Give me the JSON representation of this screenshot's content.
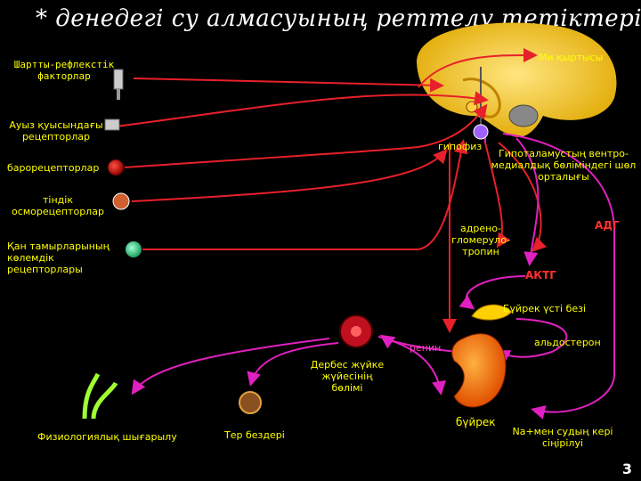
{
  "title": "* денедегі су алмасуының реттелү тетіктері",
  "labels": {
    "brain": "Ми қыртысы",
    "conditioned": "Шартты-рефлекстік факторлар",
    "mouth": "Ауыз қуысындағы рецепторлар",
    "pituitary": "гипофиз",
    "hypothalamus": "Гипоталамустың вентро-медиалдық бөліміндегі шөл орталығы",
    "baroreceptors": "барорецепторлар",
    "osmoreceptors": "тіндік осморецепторлар",
    "volume": "Қан тамырларының көлемдік рецепторлары",
    "adrenoglomerulotropin": "адрено-гломеруло-тропин",
    "adh": "АДГ",
    "acth": "АКТГ",
    "adrenal": "Бүйрек үсті безі",
    "renin": "ренин",
    "aldosterone": "альдостерон",
    "autonomic": "Дербес жүйке жүйесінің бөлімі",
    "kidney": "бүйрек",
    "reabsorption": "Na+мен судың кері сіңірілуі",
    "excretion": "Физиологиялық шығарылу",
    "sweat": "Тер бездері",
    "page": "3"
  },
  "colors": {
    "red_arrow": "#e8202a",
    "pink_arrow": "#e020c0",
    "background": "#000000"
  }
}
